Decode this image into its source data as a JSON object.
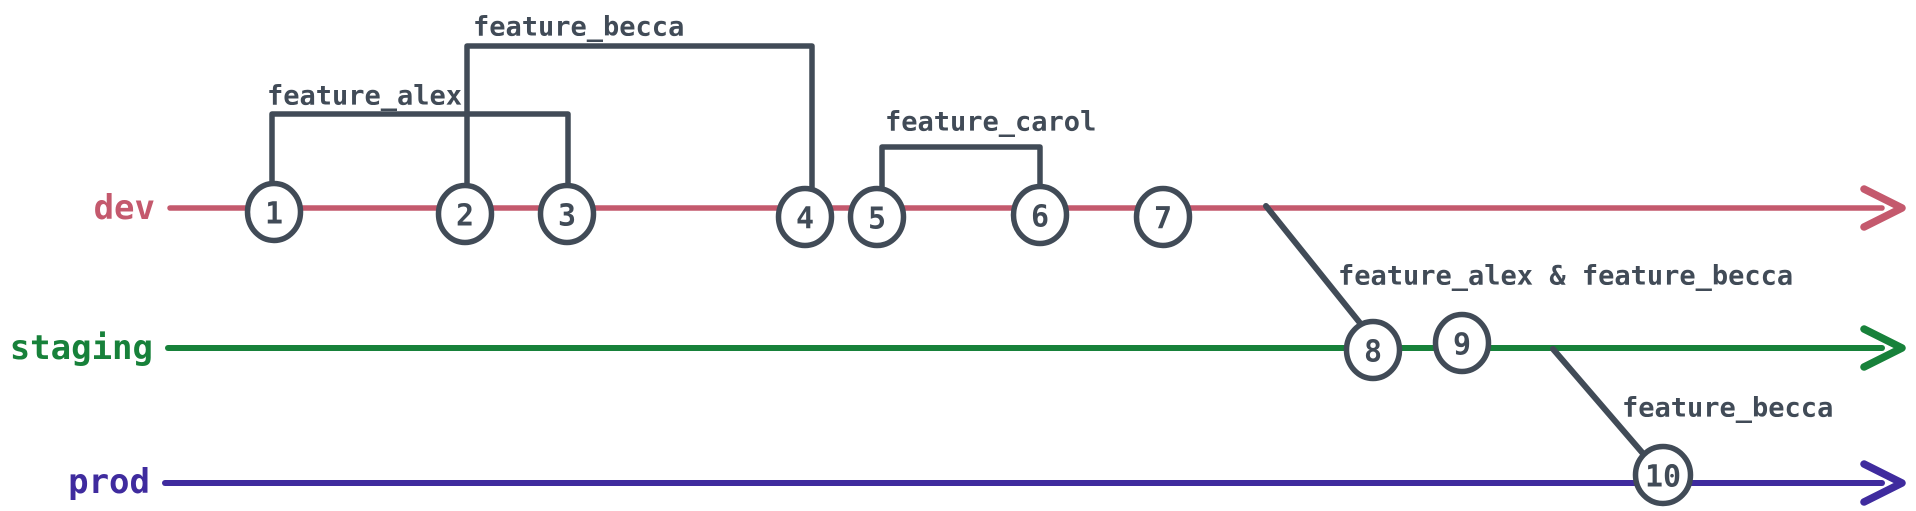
{
  "diagram": {
    "type": "git-branch-timeline",
    "background_color": "#ffffff",
    "ink_color": "#414b57",
    "branches": [
      {
        "name": "dev",
        "color": "#c4596d"
      },
      {
        "name": "staging",
        "color": "#17813a"
      },
      {
        "name": "prod",
        "color": "#3f2b9e"
      }
    ],
    "commits": [
      {
        "id": "1",
        "branch": "dev"
      },
      {
        "id": "2",
        "branch": "dev"
      },
      {
        "id": "3",
        "branch": "dev"
      },
      {
        "id": "4",
        "branch": "dev"
      },
      {
        "id": "5",
        "branch": "dev"
      },
      {
        "id": "6",
        "branch": "dev"
      },
      {
        "id": "7",
        "branch": "dev"
      },
      {
        "id": "8",
        "branch": "staging"
      },
      {
        "id": "9",
        "branch": "staging"
      },
      {
        "id": "10",
        "branch": "prod"
      }
    ],
    "feature_brackets": [
      {
        "label": "feature_alex",
        "from_commit": "1",
        "to_commit": "3"
      },
      {
        "label": "feature_becca",
        "from_commit": "2",
        "to_commit": "4"
      },
      {
        "label": "feature_carol",
        "from_commit": "5",
        "to_commit": "6"
      }
    ],
    "merges": [
      {
        "label": "feature_alex & feature_becca",
        "from_branch": "dev",
        "to_branch": "staging",
        "at_commit": "8"
      },
      {
        "label": "feature_becca",
        "from_branch": "staging",
        "to_branch": "prod",
        "at_commit": "10"
      }
    ]
  }
}
